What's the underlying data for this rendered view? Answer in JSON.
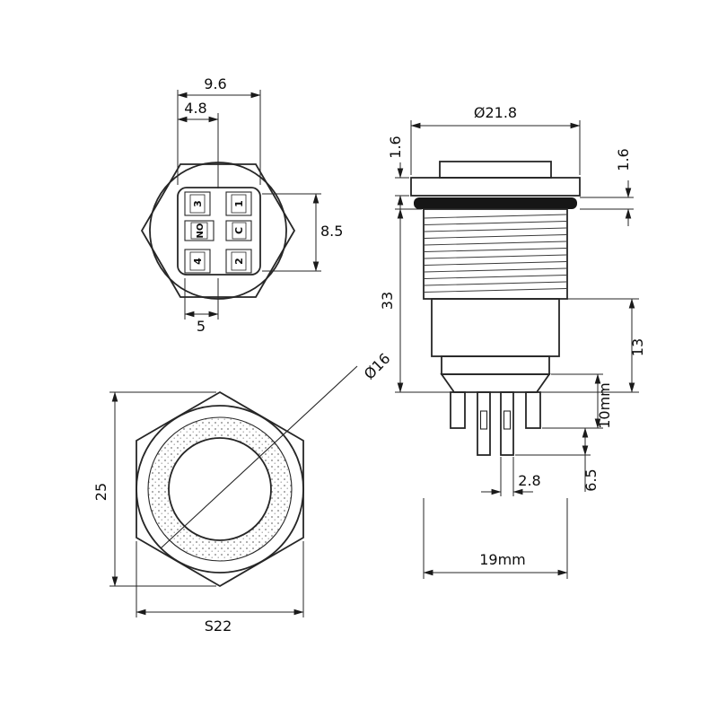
{
  "drawing_colors": {
    "line": "#262626",
    "oring": "#161616",
    "speckle": "#7a7a7a"
  },
  "back_view": {
    "pins": {
      "top_left": "3",
      "top_right": "1",
      "mid_left": "NO",
      "mid_right": "C",
      "bottom_left": "4",
      "bottom_right": "2"
    },
    "dims": {
      "span": "9.6",
      "half_span": "4.8",
      "height": "8.5",
      "pitch": "5"
    }
  },
  "side_view": {
    "dims": {
      "head_diameter": "Ø21.8",
      "bezel_height": "1.6",
      "washer_height": "1.6",
      "body_length": "33",
      "housing_length": "13",
      "thread_length": "10mm",
      "terminal_tail": "6.5",
      "terminal_width": "2.8",
      "thread_diameter": "19mm"
    }
  },
  "front_view": {
    "dims": {
      "button_diameter": "Ø16",
      "across_corners": "25",
      "across_flats": "S22"
    }
  }
}
